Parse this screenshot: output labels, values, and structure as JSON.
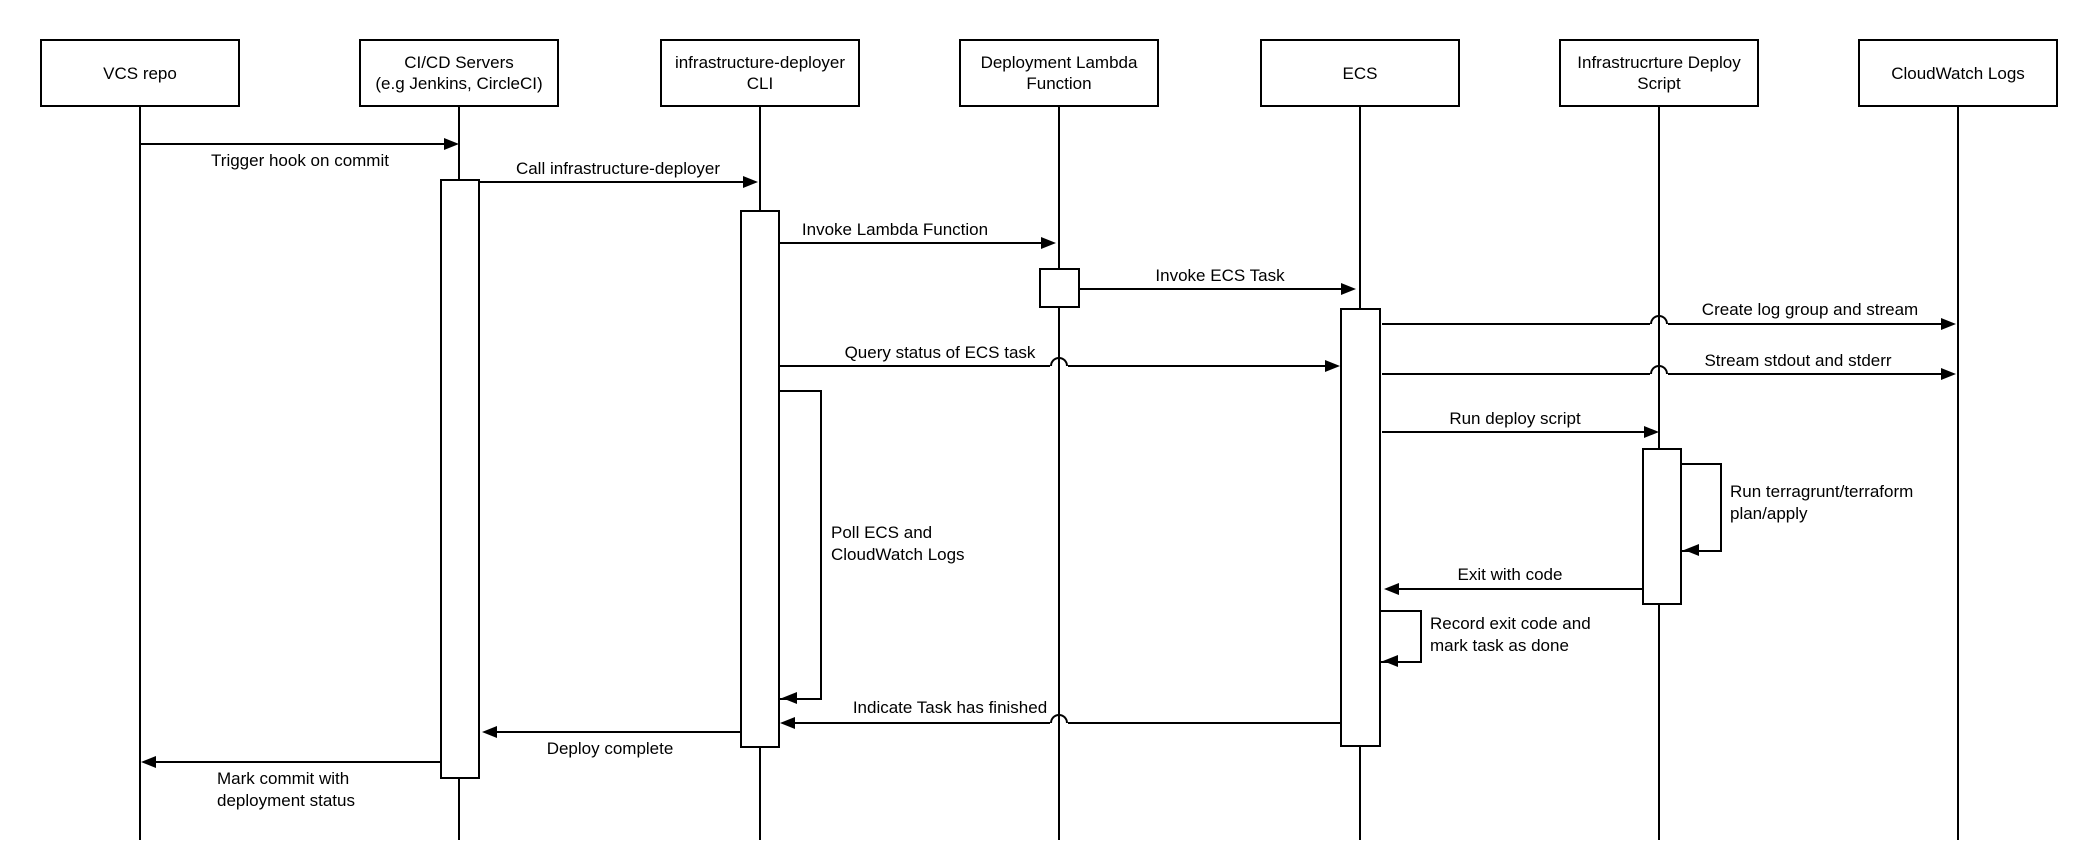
{
  "diagram": {
    "kind": "uml-sequence-diagram",
    "colors": {
      "stroke": "#000000",
      "background": "#ffffff"
    },
    "actors": [
      {
        "id": "vcs",
        "label": "VCS repo"
      },
      {
        "id": "cicd",
        "label": "CI/CD Servers\n(e.g Jenkins, CircleCI)"
      },
      {
        "id": "cli",
        "label": "infrastructure-deployer\nCLI"
      },
      {
        "id": "lambda",
        "label": "Deployment Lambda\nFunction"
      },
      {
        "id": "ecs",
        "label": "ECS"
      },
      {
        "id": "script",
        "label": "Infrastrucrture Deploy\nScript"
      },
      {
        "id": "cloudwatch",
        "label": "CloudWatch Logs"
      }
    ],
    "messages": [
      {
        "from": "VCS repo",
        "to": "CI/CD Servers",
        "label": "Trigger hook on commit"
      },
      {
        "from": "CI/CD Servers",
        "to": "infrastructure-deployer CLI",
        "label": "Call infrastructure-deployer"
      },
      {
        "from": "infrastructure-deployer CLI",
        "to": "Deployment Lambda Function",
        "label": "Invoke Lambda Function"
      },
      {
        "from": "Deployment Lambda Function",
        "to": "ECS",
        "label": "Invoke ECS Task"
      },
      {
        "from": "ECS",
        "to": "CloudWatch Logs",
        "label": "Create log group and stream"
      },
      {
        "from": "infrastructure-deployer CLI",
        "to": "ECS",
        "label": "Query status of ECS task"
      },
      {
        "from": "ECS",
        "to": "CloudWatch Logs",
        "label": "Stream stdout and stderr"
      },
      {
        "from": "ECS",
        "to": "Infrastrucrture Deploy Script",
        "label": "Run deploy script"
      },
      {
        "from": "Infrastrucrture Deploy Script",
        "to": "Infrastrucrture Deploy Script",
        "label": "Run terragrunt/terraform\nplan/apply"
      },
      {
        "from": "Infrastrucrture Deploy Script",
        "to": "ECS",
        "label": "Exit with code"
      },
      {
        "from": "ECS",
        "to": "ECS",
        "label": "Record exit code and\nmark task as done"
      },
      {
        "from": "infrastructure-deployer CLI",
        "to": "infrastructure-deployer CLI",
        "label": "Poll ECS and\nCloudWatch Logs"
      },
      {
        "from": "ECS",
        "to": "infrastructure-deployer CLI",
        "label": "Indicate Task has finished"
      },
      {
        "from": "infrastructure-deployer CLI",
        "to": "CI/CD Servers",
        "label": "Deploy complete"
      },
      {
        "from": "CI/CD Servers",
        "to": "VCS repo",
        "label": "Mark commit with\ndeployment status"
      }
    ]
  }
}
